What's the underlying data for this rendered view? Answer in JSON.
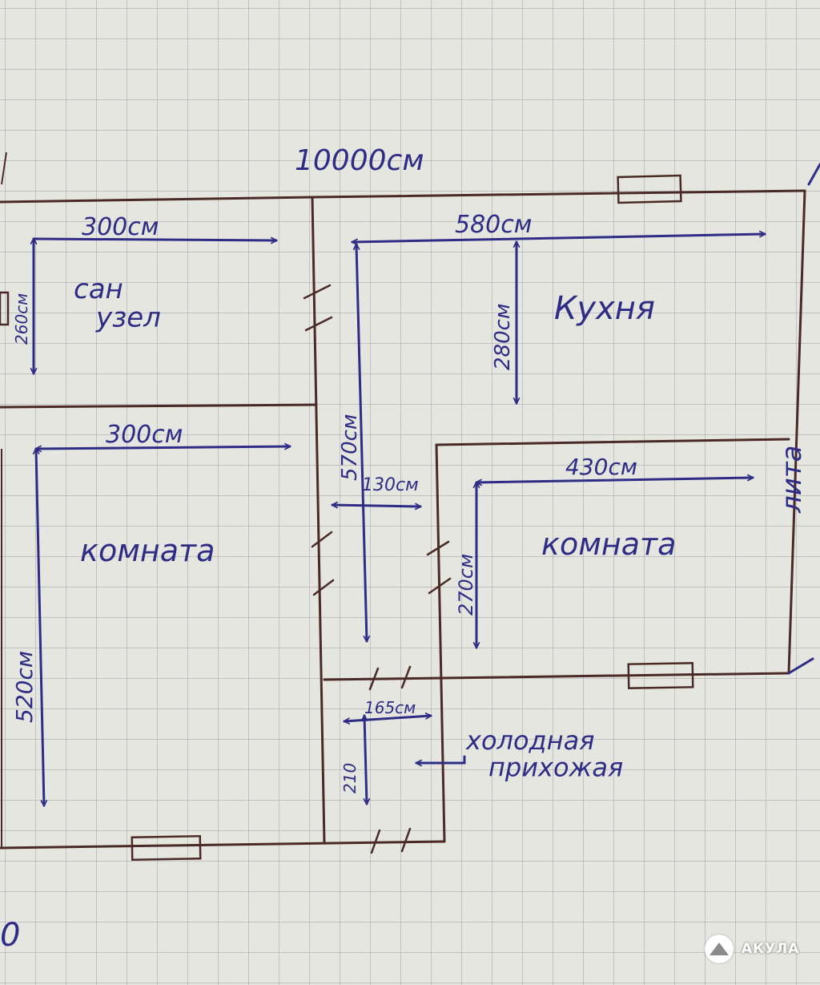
{
  "plan": {
    "overall_width": "10000см",
    "rooms": {
      "bathroom": "сан\nузел",
      "kitchen": "Кухня",
      "room_left": "комната",
      "room_right": "комната",
      "hall": "холодная\nприхожая",
      "terrace": "лита"
    },
    "dimensions": {
      "bath_width": "300см",
      "bath_height": "260см",
      "kitchen_width": "580см",
      "kitchen_height": "280см",
      "corridor_length": "570см",
      "corridor_width": "130см",
      "room_left_width": "300см",
      "room_left_height": "520см",
      "room_right_width": "430см",
      "room_right_height": "270см",
      "hall_width": "165см",
      "hall_height": "210"
    },
    "corner_mark": "0"
  },
  "watermark": {
    "text": "АКУЛА",
    "icon": "shark-fin-icon"
  }
}
